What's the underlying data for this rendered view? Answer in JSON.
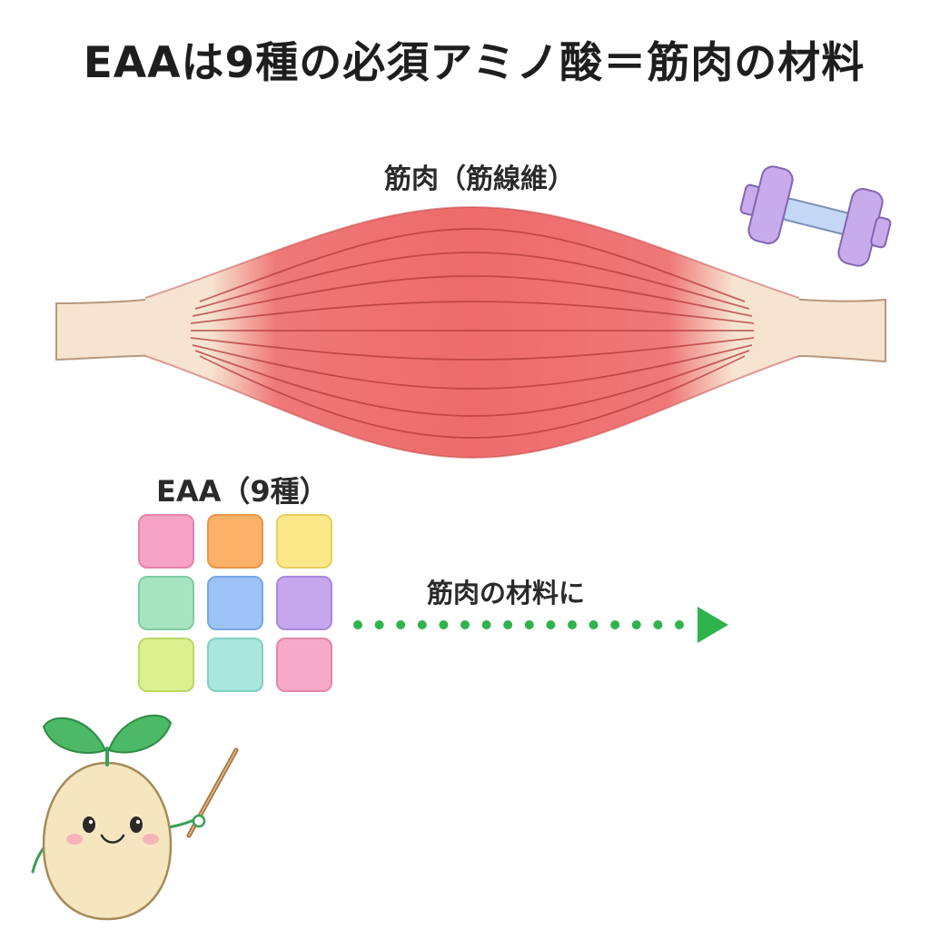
{
  "title": "EAAは9種の必須アミノ酸＝筋肉の材料",
  "muscle": {
    "label": "筋肉（筋線維）",
    "tendon_color": "#f6e4d0",
    "belly_color": "#ee6b6b",
    "fiber_color": "#b43a3a"
  },
  "eaa": {
    "label": "EAA（9種）",
    "blocks": [
      {
        "color": "#f7a3c4",
        "border": "#e384a8"
      },
      {
        "color": "#fbb268",
        "border": "#e6954a"
      },
      {
        "color": "#fbe888",
        "border": "#e6cf5f"
      },
      {
        "color": "#a6e3c0",
        "border": "#7fcca0"
      },
      {
        "color": "#9ec4f7",
        "border": "#7aa6e3"
      },
      {
        "color": "#c6a7ee",
        "border": "#a889d8"
      },
      {
        "color": "#daf08e",
        "border": "#bcd867"
      },
      {
        "color": "#a8e6de",
        "border": "#82cec4"
      },
      {
        "color": "#f7a9c8",
        "border": "#e387ab"
      }
    ]
  },
  "arrow": {
    "label": "筋肉の材料に",
    "color": "#2fb34e"
  },
  "icons": {
    "dumbbell": "dumbbell-icon",
    "mascot": "sprout-mascot"
  },
  "colors": {
    "dumbbell_weight": "#c7abea",
    "dumbbell_bar": "#c4d7f4",
    "mascot_body": "#f6e6bf",
    "mascot_leaf": "#4cb966"
  }
}
